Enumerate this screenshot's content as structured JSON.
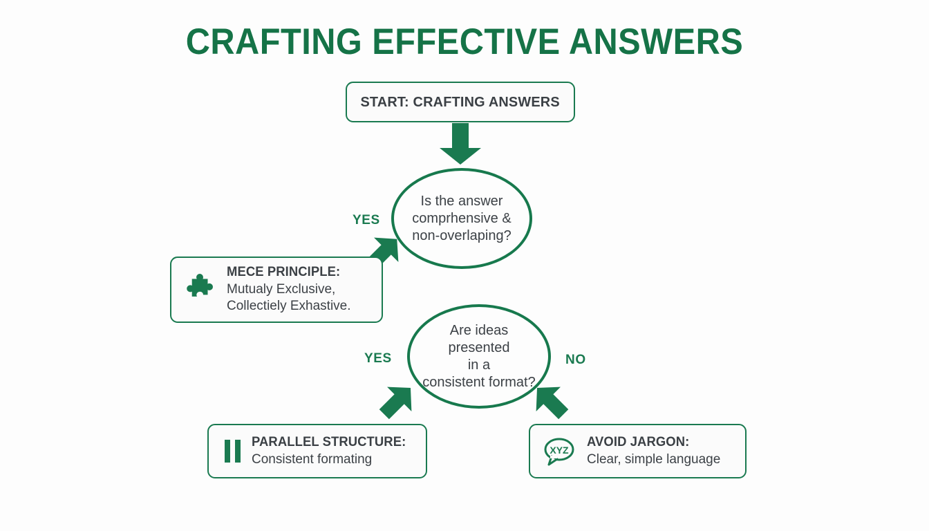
{
  "page": {
    "title": "CRAFTING EFFECTIVE ANSWERS",
    "background_color": "#fdfdfd",
    "accent_color": "#157347",
    "text_color": "#3b4045"
  },
  "flowchart": {
    "type": "decision-flowchart",
    "start": {
      "id": "start-node",
      "label": "START: CRAFTING ANSWERS"
    },
    "decisions": [
      {
        "id": "decision-1",
        "question": "Is the answer\ncomprhensive &\nnon-overlaping?",
        "branches": [
          {
            "label": "YES",
            "direction": "down-left",
            "target": "mece-node"
          }
        ]
      },
      {
        "id": "decision-2",
        "question": "Are ideas\npresented\nin a\nconsistent format?",
        "branches": [
          {
            "label": "YES",
            "direction": "down-left",
            "target": "parallel-node"
          },
          {
            "label": "NO",
            "direction": "down-right",
            "target": "jargon-node"
          }
        ]
      }
    ],
    "outcomes": [
      {
        "id": "mece-node",
        "icon": "puzzle-piece-icon",
        "title": "MECE PRINCIPLE:",
        "description_lines": [
          "Mutualy Exclusive,",
          "Collectiely Exhastive."
        ]
      },
      {
        "id": "parallel-node",
        "icon": "parallel-bars-icon",
        "title": "PARALLEL STRUCTURE:",
        "description_lines": [
          "Consistent formating"
        ]
      },
      {
        "id": "jargon-node",
        "icon": "speech-bubble-xyz-icon",
        "icon_text": "XYZ",
        "title": "AVOID JARGON:",
        "description_lines": [
          "Clear, simple language"
        ]
      }
    ]
  }
}
